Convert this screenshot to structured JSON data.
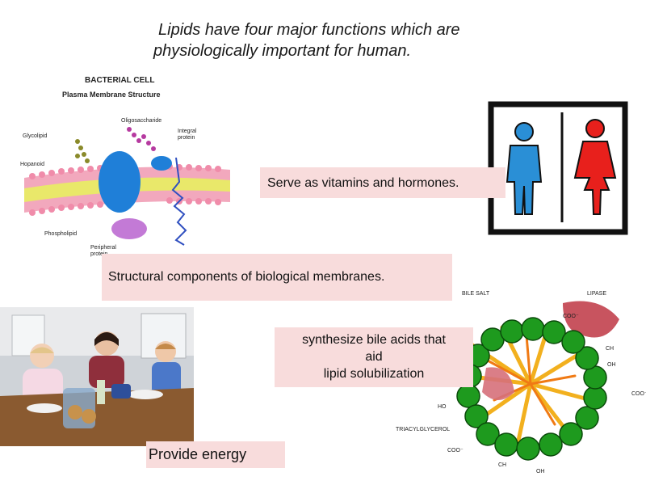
{
  "title": {
    "line1": "Lipids have four major functions which are",
    "line2": "physiologically important for human."
  },
  "membrane_diagram": {
    "heading": "BACTERIAL CELL",
    "subheading": "Plasma Membrane Structure",
    "labels": {
      "oligosaccharide": "Oligosaccharide",
      "integral_protein_1": "Integral",
      "integral_protein_2": "protein",
      "glycolipid": "Glycolipid",
      "hopanoid": "Hopanoid",
      "phospholipid": "Phospholipid",
      "peripheral_1": "Peripheral",
      "peripheral_2": "protein"
    }
  },
  "function_boxes": {
    "vitamins": "Serve as vitamins and hormones.",
    "structural": "Structural components of biological membranes.",
    "bile_1": "synthesize bile acids that",
    "bile_2": "aid",
    "bile_3": "lipid solubilization",
    "energy": "Provide energy"
  },
  "micelle_diagram": {
    "bile_salt": "BILE SALT",
    "lipase": "LIPASE",
    "triacylglycerol": "TRIACYLGLYCEROL",
    "oh": "OH",
    "coo": "COO⁻",
    "ho": "HO",
    "ch": "CH"
  },
  "colors": {
    "box_bg": "#f8dcdc",
    "male_figure": "#2a8fd6",
    "female_figure": "#e8201c",
    "micelle_green": "#1e9a1e",
    "lipase_pink": "#c8545f"
  },
  "icons": {
    "restroom": "restroom-sign-icon",
    "family": "family-photo"
  }
}
